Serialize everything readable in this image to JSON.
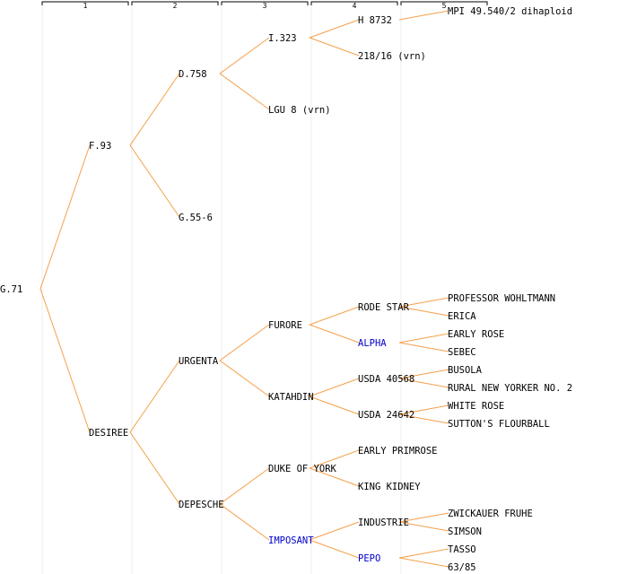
{
  "generations": [
    "1",
    "2",
    "3",
    "4",
    "5"
  ],
  "colors": {
    "edge": "#f5a04a",
    "normal": "#000000",
    "highlight": "#0000cc"
  },
  "root": {
    "name": "G.71",
    "children": [
      {
        "name": "F.93",
        "children": [
          {
            "name": "D.758",
            "children": [
              {
                "name": "I.323",
                "children": [
                  {
                    "name": "H 8732",
                    "children": [
                      {
                        "name": "MPI 49.540/2 dihaploid"
                      }
                    ]
                  },
                  {
                    "name": "218/16 (vrn)"
                  }
                ]
              },
              {
                "name": "LGU 8 (vrn)"
              }
            ]
          },
          {
            "name": "G.55-6"
          }
        ]
      },
      {
        "name": "DESIREE",
        "children": [
          {
            "name": "URGENTA",
            "children": [
              {
                "name": "FURORE",
                "children": [
                  {
                    "name": "RODE STAR",
                    "children": [
                      {
                        "name": "PROFESSOR WOHLTMANN"
                      },
                      {
                        "name": "ERICA"
                      }
                    ]
                  },
                  {
                    "name": "ALPHA",
                    "highlight": true,
                    "children": [
                      {
                        "name": "EARLY ROSE"
                      },
                      {
                        "name": "SEBEC"
                      }
                    ]
                  }
                ]
              },
              {
                "name": "KATAHDIN",
                "children": [
                  {
                    "name": "USDA 40568",
                    "children": [
                      {
                        "name": "BUSOLA"
                      },
                      {
                        "name": "RURAL NEW YORKER NO. 2"
                      }
                    ]
                  },
                  {
                    "name": "USDA 24642",
                    "children": [
                      {
                        "name": "WHITE ROSE"
                      },
                      {
                        "name": "SUTTON'S FLOURBALL"
                      }
                    ]
                  }
                ]
              }
            ]
          },
          {
            "name": "DEPESCHE",
            "children": [
              {
                "name": "DUKE OF YORK",
                "children": [
                  {
                    "name": "EARLY PRIMROSE"
                  },
                  {
                    "name": "KING KIDNEY"
                  }
                ]
              },
              {
                "name": "IMPOSANT",
                "highlight": true,
                "children": [
                  {
                    "name": "INDUSTRIE",
                    "children": [
                      {
                        "name": "ZWICKAUER FRUHE"
                      },
                      {
                        "name": "SIMSON"
                      }
                    ]
                  },
                  {
                    "name": "PEPO",
                    "highlight": true,
                    "children": [
                      {
                        "name": "TASSO"
                      },
                      {
                        "name": "63/85"
                      }
                    ]
                  }
                ]
              }
            ]
          }
        ]
      }
    ]
  }
}
